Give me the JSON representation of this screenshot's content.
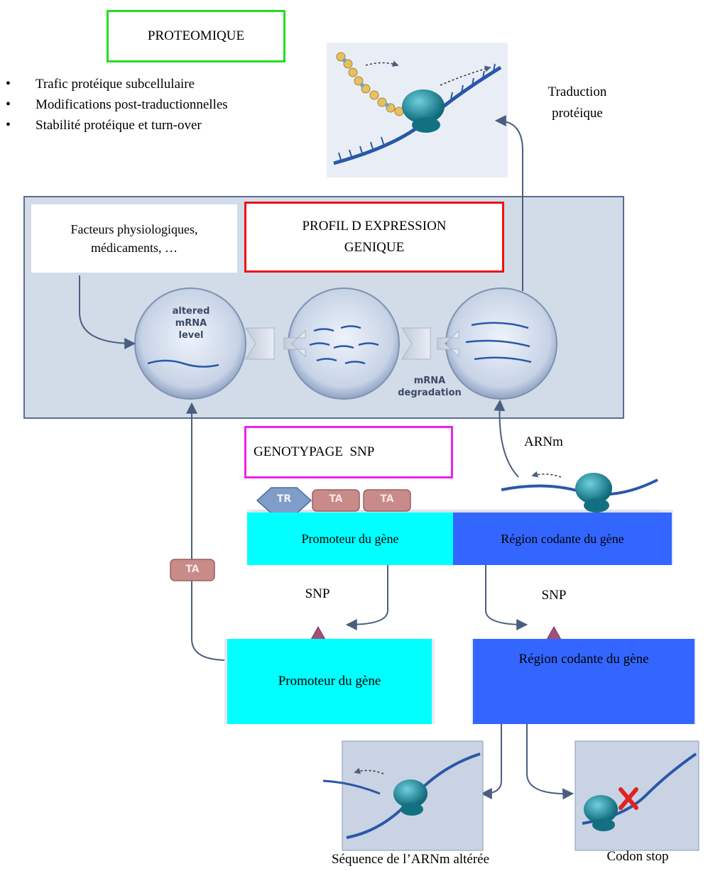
{
  "proteomique": {
    "title": "PROTEOMIQUE",
    "bullets": [
      "Trafic protéique subcellulaire",
      "Modifications post-traductionnelles",
      "Stabilité protéique et turn-over"
    ]
  },
  "traduction": {
    "line1": "Traduction",
    "line2": "protéique"
  },
  "expression": {
    "title_line1": "PROFIL D EXPRESSION",
    "title_line2": "GENIQUE",
    "factors_line1": "Facteurs physiologiques,",
    "factors_line2": "médicaments, …",
    "altered_line1": "altered",
    "altered_line2": "mRNA",
    "altered_line3": "level",
    "degradation_line1": "mRNA",
    "degradation_line2": "degradation"
  },
  "genotypage": {
    "title": "GENOTYPAGE  SNP"
  },
  "arnm": "ARNm",
  "factors": {
    "tr": "TR",
    "ta": "TA"
  },
  "gene_top": {
    "promoter": "Promoteur du gène",
    "coding": "Région codante du gène"
  },
  "snp_left": "SNP",
  "snp_right": "SNP",
  "gene_bottom_left": "Promoteur du gène",
  "gene_bottom_right": "Région codante du gène",
  "outcomes": {
    "altered": "Séquence de l’ARNm altérée",
    "stop": "Codon stop"
  },
  "colors": {
    "green_box": "#22dd22",
    "red_box": "#ee1111",
    "magenta_box": "#ee22ee",
    "cyan": "#00ffff",
    "blue": "#3366ff",
    "panel": "#d2dbe8",
    "panel_border": "#5a6e8c",
    "arrow": "#4a5e80",
    "ribosome": "#1c8c9c",
    "factor_pill": "#c98a8a",
    "snp_triangle": "#a0507a"
  }
}
